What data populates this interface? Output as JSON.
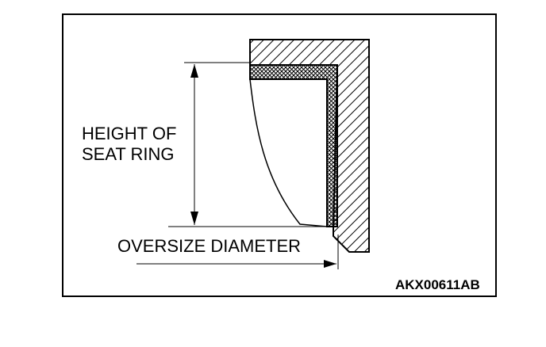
{
  "labels": {
    "height_line1": "HEIGHT OF",
    "height_line2": "SEAT RING",
    "oversize_diameter": "OVERSIZE DIAMETER",
    "figure_code": "AKX00611AB"
  },
  "colors": {
    "ink": "#000000",
    "background": "#ffffff"
  }
}
